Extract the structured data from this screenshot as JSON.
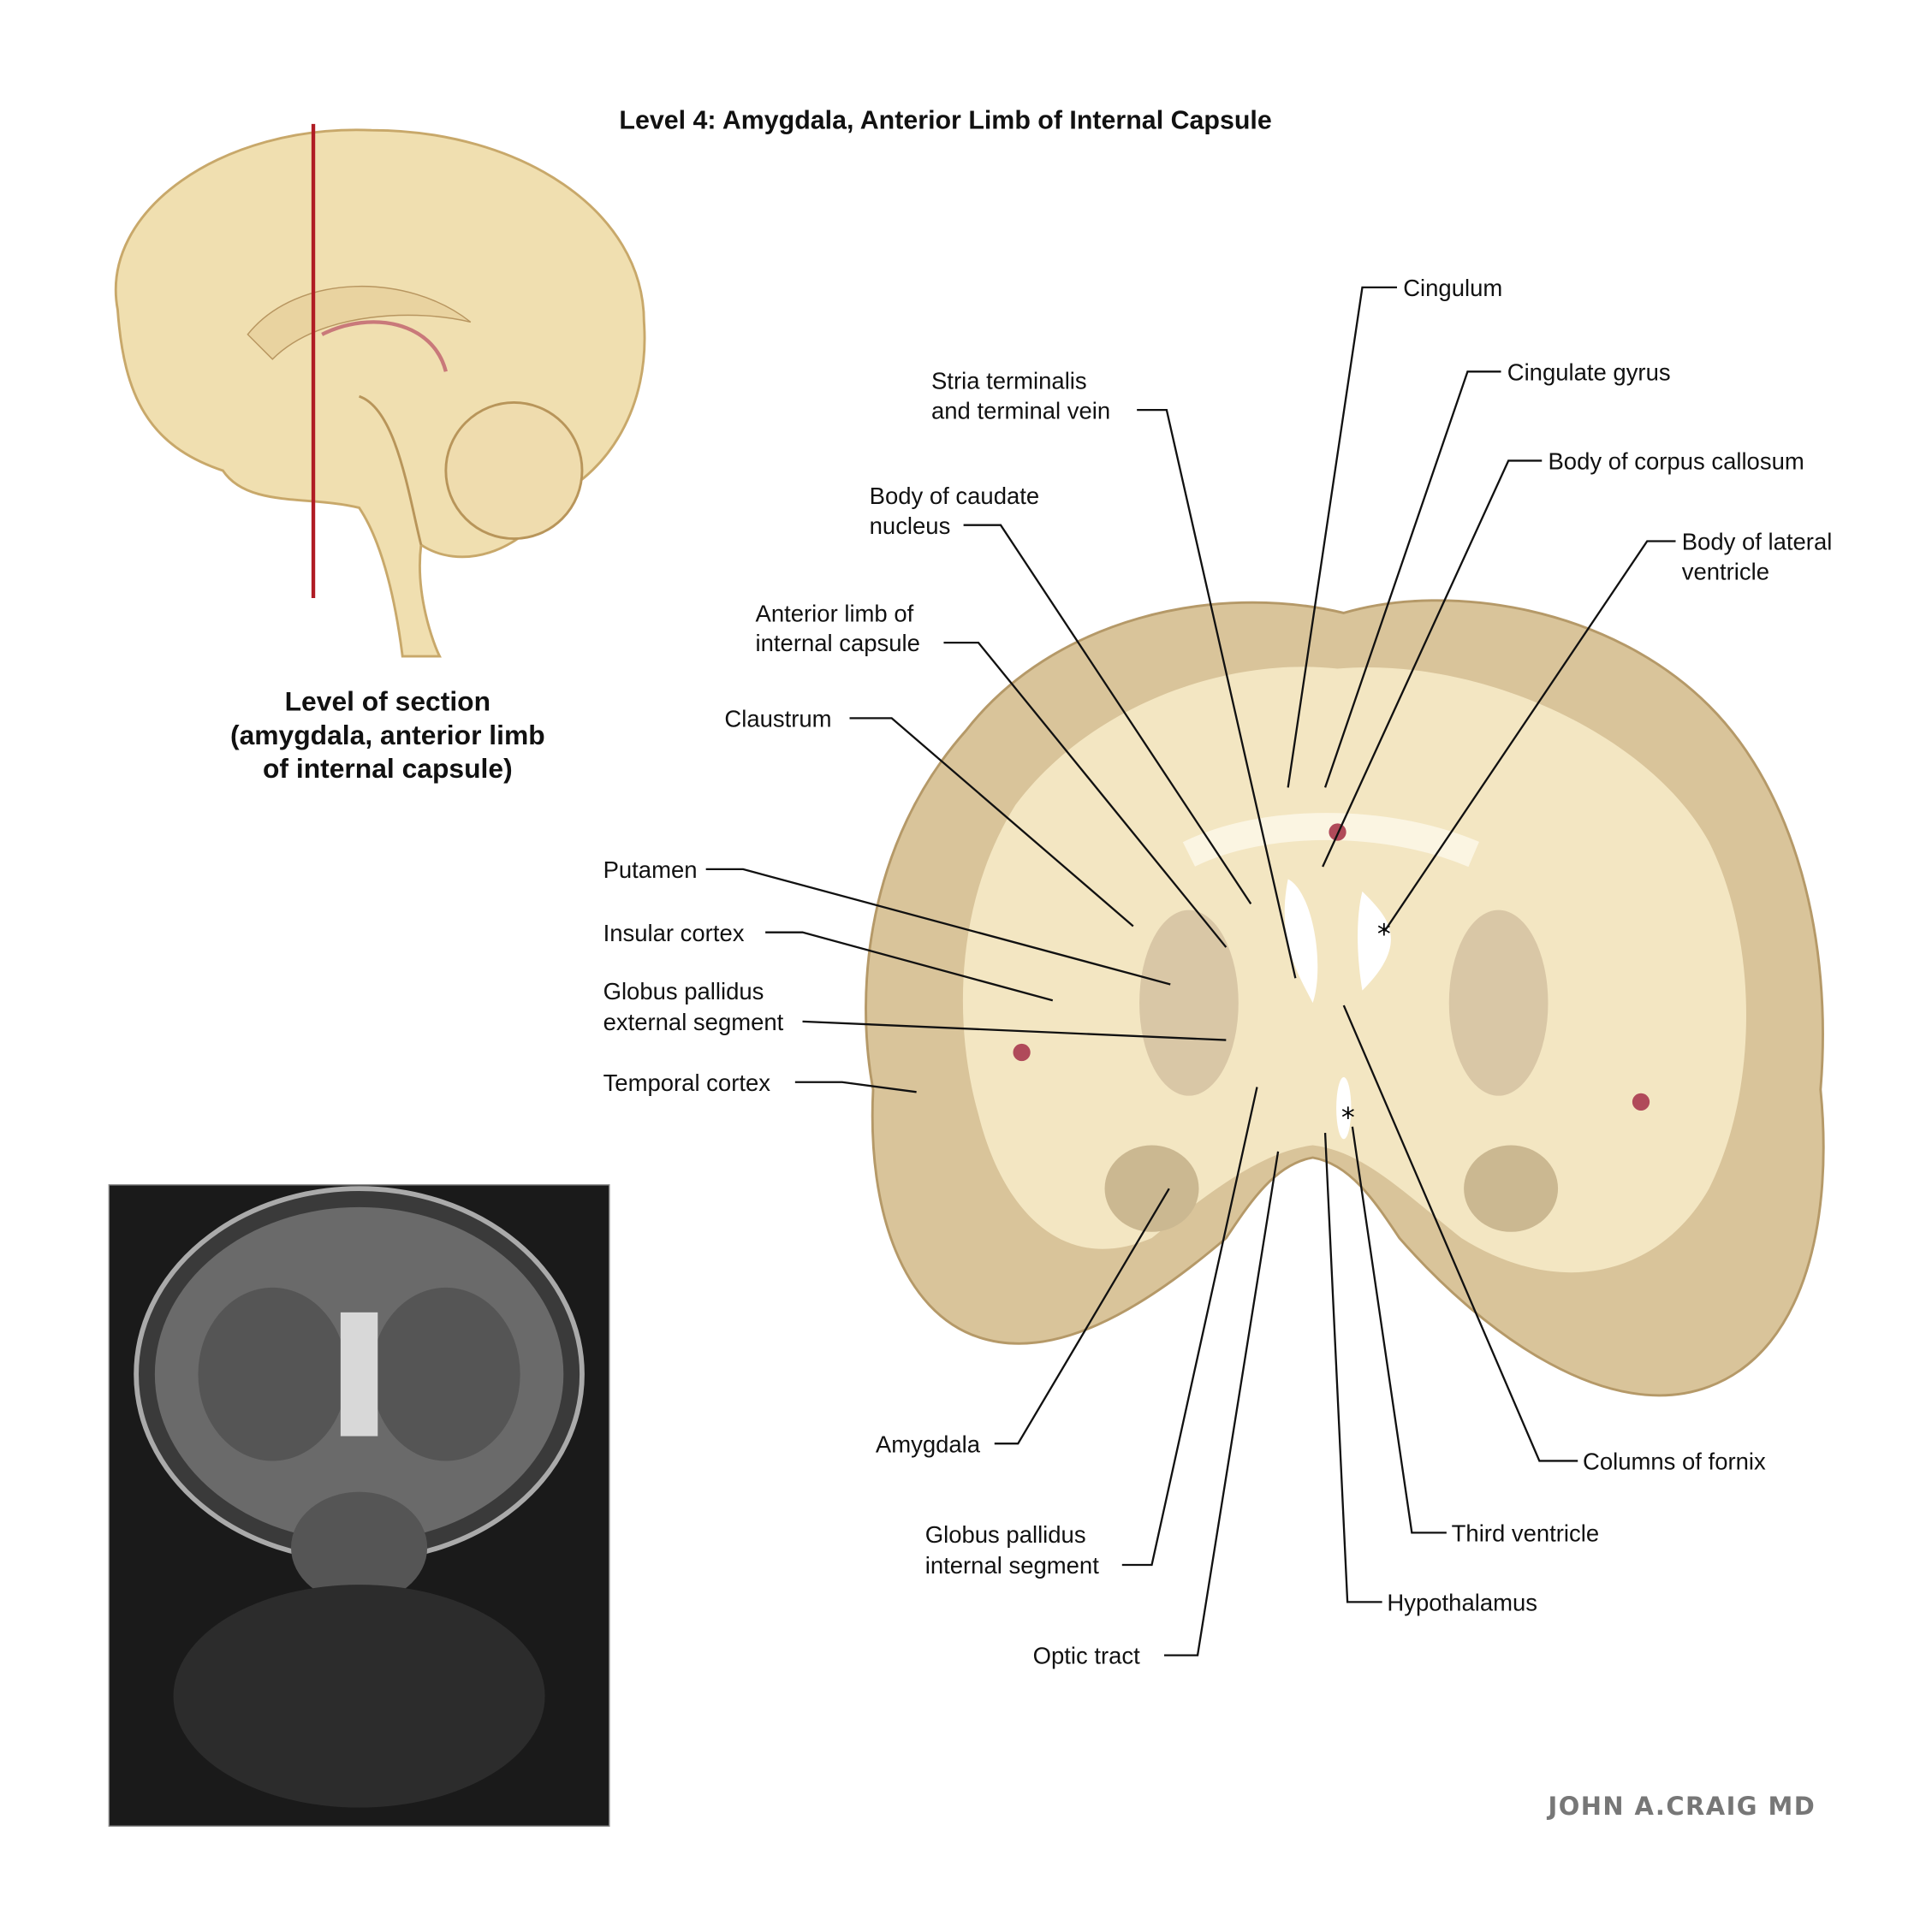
{
  "title": "Level 4: Amygdala, Anterior Limb of Internal Capsule",
  "section_caption": [
    "Level of section",
    "(amygdala, anterior limb",
    "of internal capsule)"
  ],
  "labels": {
    "cingulum": [
      "Cingulum"
    ],
    "cingulate_gyrus": [
      "Cingulate gyrus"
    ],
    "body_corpus_callosum": [
      "Body of corpus callosum"
    ],
    "body_lateral_ventricle": [
      "Body of lateral",
      "ventricle"
    ],
    "stria_terminalis": [
      "Stria terminalis",
      "and terminal vein"
    ],
    "body_caudate": [
      "Body of caudate",
      "nucleus"
    ],
    "anterior_limb": [
      "Anterior limb of",
      "internal capsule"
    ],
    "claustrum": [
      "Claustrum"
    ],
    "putamen": [
      "Putamen"
    ],
    "insular_cortex": [
      "Insular cortex"
    ],
    "gp_external": [
      "Globus pallidus",
      "external segment"
    ],
    "temporal_cortex": [
      "Temporal cortex"
    ],
    "amygdala": [
      "Amygdala"
    ],
    "gp_internal": [
      "Globus pallidus",
      "internal segment"
    ],
    "optic_tract": [
      "Optic tract"
    ],
    "hypothalamus": [
      "Hypothalamus"
    ],
    "third_ventricle": [
      "Third ventricle"
    ],
    "columns_fornix": [
      "Columns of fornix"
    ]
  },
  "signature": "JOHN A.CRAIG MD",
  "colors": {
    "section_line": "#b01c24",
    "tissue": "#f3e6c2",
    "cortex": "#d9c49a"
  }
}
